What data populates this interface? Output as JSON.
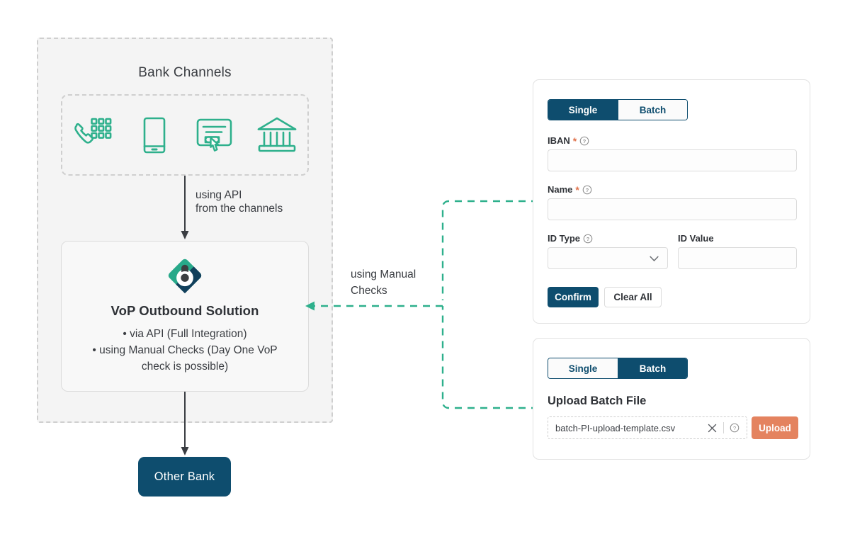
{
  "diagram": {
    "bank_region_title": "Bank Channels",
    "channels": [
      {
        "name": "phone-keypad-icon",
        "label": "Phone"
      },
      {
        "name": "mobile-phone-icon",
        "label": "Mobile"
      },
      {
        "name": "online-banking-icon",
        "label": "Online Banking"
      },
      {
        "name": "bank-branch-icon",
        "label": "Branch"
      }
    ],
    "api_arrow_label": "using API\nfrom the channels",
    "manual_arrow_label": "using Manual\nChecks",
    "vop": {
      "logo_name": "bankingly-logo",
      "title": "VoP Outbound Solution",
      "bullets": [
        "• via API (Full Integration)",
        "• using Manual Checks (Day One VoP",
        "check is possible)"
      ]
    },
    "other_bank_label": "Other Bank"
  },
  "single_panel": {
    "tabs": [
      {
        "label": "Single",
        "active": true
      },
      {
        "label": "Batch",
        "active": false
      }
    ],
    "fields": {
      "iban": {
        "label": "IBAN",
        "required": "*",
        "value": "",
        "placeholder": ""
      },
      "name": {
        "label": "Name",
        "required": "*",
        "value": "",
        "placeholder": ""
      },
      "id_type": {
        "label": "ID Type",
        "value": "",
        "placeholder": "",
        "options": []
      },
      "id_value": {
        "label": "ID Value",
        "value": "",
        "placeholder": ""
      }
    },
    "buttons": {
      "confirm": "Confirm",
      "clear_all": "Clear All"
    }
  },
  "batch_panel": {
    "tabs": [
      {
        "label": "Single",
        "active": false
      },
      {
        "label": "Batch",
        "active": true
      }
    ],
    "heading": "Upload Batch File",
    "file_name": "batch-PI-upload-template.csv",
    "upload_button": "Upload"
  },
  "colors": {
    "teal": "#2eb08c",
    "navy": "#0e4d6e",
    "coral": "#e4835f",
    "required_red": "#e0734d",
    "dashed_gray": "#cfcfcf",
    "region_bg": "#f4f4f4",
    "card_bg": "#f8f8f8"
  }
}
